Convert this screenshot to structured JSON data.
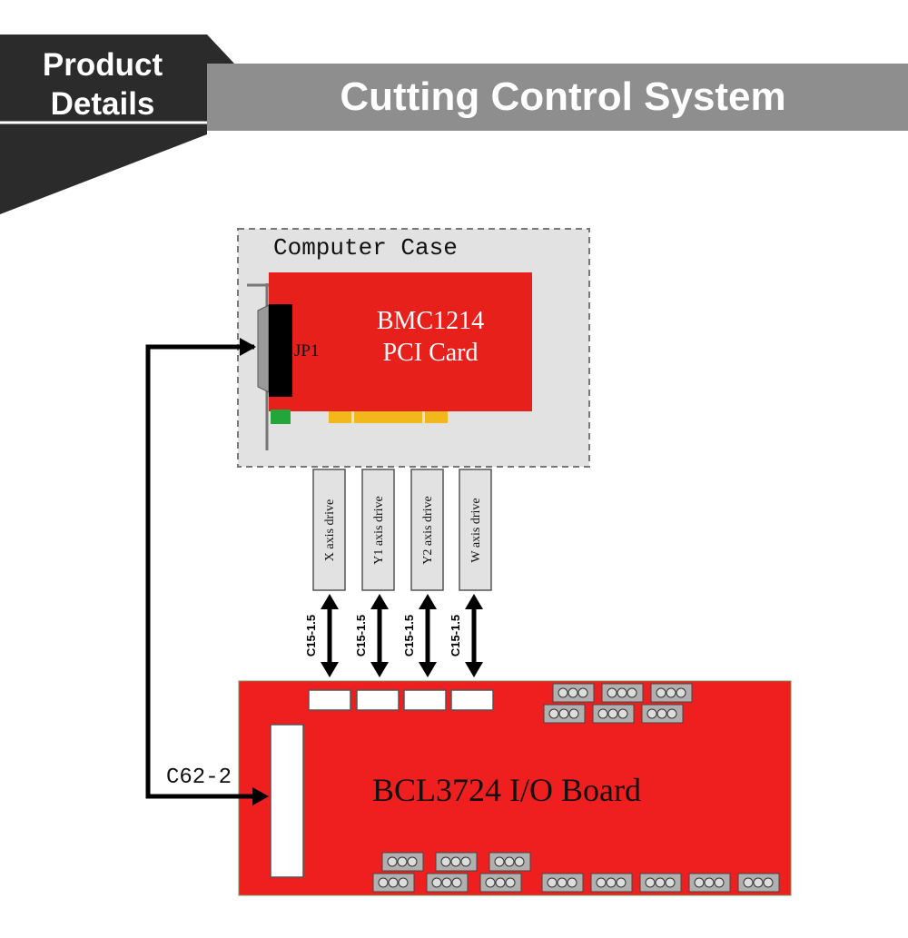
{
  "header": {
    "badge_line1": "Product",
    "badge_line2": "Details",
    "title": "Cutting Control System"
  },
  "diagram": {
    "computer_case_label": "Computer Case",
    "card_line1": "BMC1214",
    "card_line2": "PCI Card",
    "connector_label": "JP1",
    "drives": [
      {
        "label": "X axis drive",
        "cable": "C15-1.5"
      },
      {
        "label": "Y1 axis drive",
        "cable": "C15-1.5"
      },
      {
        "label": "Y2 axis drive",
        "cable": "C15-1.5"
      },
      {
        "label": "W axis drive",
        "cable": "C15-1.5"
      }
    ],
    "main_cable_label": "C62-2",
    "io_board_label": "BCL3724 I/O Board"
  },
  "colors": {
    "header_dark": "#2b2b2b",
    "header_gray": "#8e8e8e",
    "card_red": "#e8201c",
    "board_red": "#ef1f1f",
    "case_gray": "#e2e2e2"
  }
}
